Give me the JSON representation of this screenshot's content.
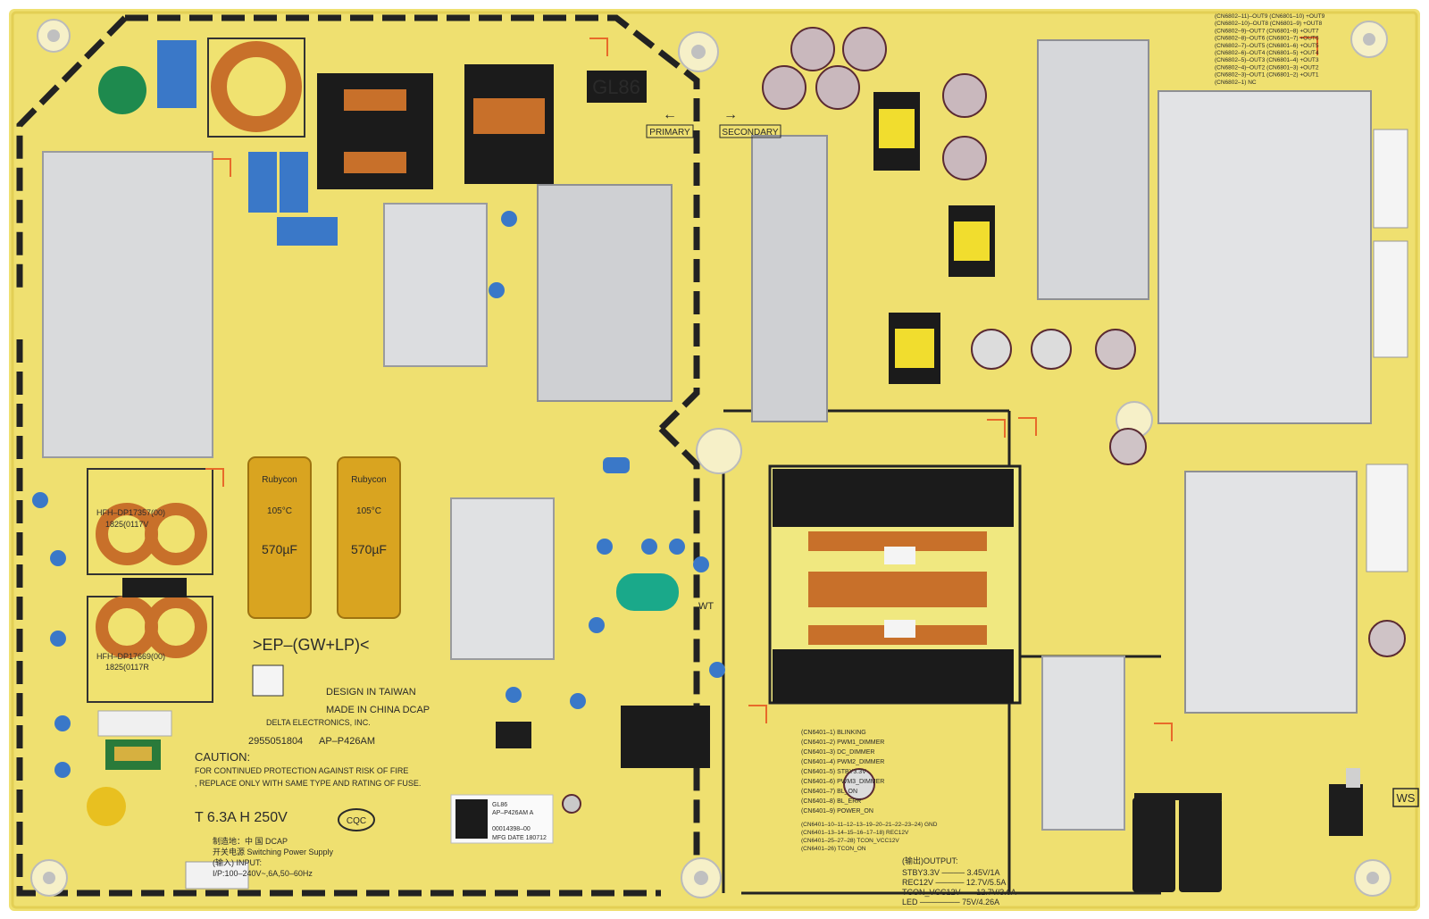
{
  "colors": {
    "board": "#efe070",
    "board_edge": "#e6d35c",
    "trace": "#222222",
    "silkscreen": "#2a2a2a",
    "heatsink": "#d9dadc",
    "transformer": "#1b1b1b",
    "copper": "#c8702a",
    "cap_gold": "#d9a420",
    "cap_blue": "#3a78c8",
    "cap_green": "#1e8a4e",
    "orange_mark": "#e86a2a"
  },
  "labels": {
    "model_badge": "GL86",
    "primary": "PRIMARY",
    "secondary": "SECONDARY",
    "ep_code": ">EP–(GW+LP)<",
    "design": "DESIGN IN TAIWAN",
    "made": "MADE IN CHINA DCAP",
    "delta": "DELTA ELECTRONICS, INC.",
    "part_no": "2955051804",
    "ap_model": "AP–P426AM",
    "caution_title": "CAUTION:",
    "caution_line1": "FOR CONTINUED PROTECTION AGAINST RISK OF FIRE",
    "caution_line2": ", REPLACE ONLY WITH SAME TYPE AND RATING OF FUSE.",
    "fuse_rating": "T 6.3A H 250V",
    "cqc": "CQC",
    "made_cn": "制造地：中 国  DCAP",
    "switching": "开关电源 Switching Power Supply",
    "input_cn": "(输入) INPUT:",
    "input": "I/P:100–240V~,6A,50–60Hz",
    "output_title": "(输出)OUTPUT:",
    "wt": "WT",
    "ws": "WS",
    "cap_mark": "570µF",
    "cap_temp": "105°C",
    "cap_brand": "Rubycon",
    "filter1": "HFH–DP17357(00)",
    "filter1b": "1825(0117V",
    "filter2": "HFH–DP17669(00)",
    "filter2b": "1825(0117R",
    "sticker_model": "GL86",
    "sticker_ap": "AP–P426AM A",
    "sticker_no": "00014398–00",
    "sticker_date": "MFG DATE 180712"
  },
  "output_lines": [
    "STBY3.3V ──── 3.45V/1A",
    "REC12V ───── 12.7V/5.5A",
    "TCON_VCC12V ── 12.7V/3.6A",
    "LED ─────── 75V/4.26A"
  ],
  "connector_top": [
    "(CN6802–11)–OUT9 (CN6801–10) +OUT9",
    "(CN6802–10)–OUT8 (CN6801–9) +OUT8",
    "(CN6802–9)–OUT7 (CN6801–8) +OUT7",
    "(CN6802–8)–OUT6 (CN6801–7) +OUT6",
    "(CN6802–7)–OUT5 (CN6801–6) +OUT5",
    "(CN6802–6)–OUT4 (CN6801–5) +OUT4",
    "(CN6802–5)–OUT3 (CN6801–4) +OUT3",
    "(CN6802–4)–OUT2 (CN6801–3) +OUT2",
    "(CN6802–3)–OUT1 (CN6801–2) +OUT1",
    "(CN6802–1) NC"
  ],
  "connector_mid": [
    "(CN6401–1) BLINKING",
    "(CN6401–2) PWM1_DIMMER",
    "(CN6401–3) DC_DIMMER",
    "(CN6401–4) PWM2_DIMMER",
    "(CN6401–5) STBY3.3V",
    "(CN6401–6) PWM3_DIMMER",
    "(CN6401–7) BL_ON",
    "(CN6401–8) BL_ERR",
    "(CN6401–9) POWER_ON"
  ],
  "connector_bottom": [
    "(CN6401–10–11–12–13–19–20–21–22–23–24) GND",
    "(CN6401–13–14–15–16–17–18) REC12V",
    "(CN6401–25–27–28) TCON_VCC12V",
    "(CN6401–26) TCON_ON"
  ]
}
